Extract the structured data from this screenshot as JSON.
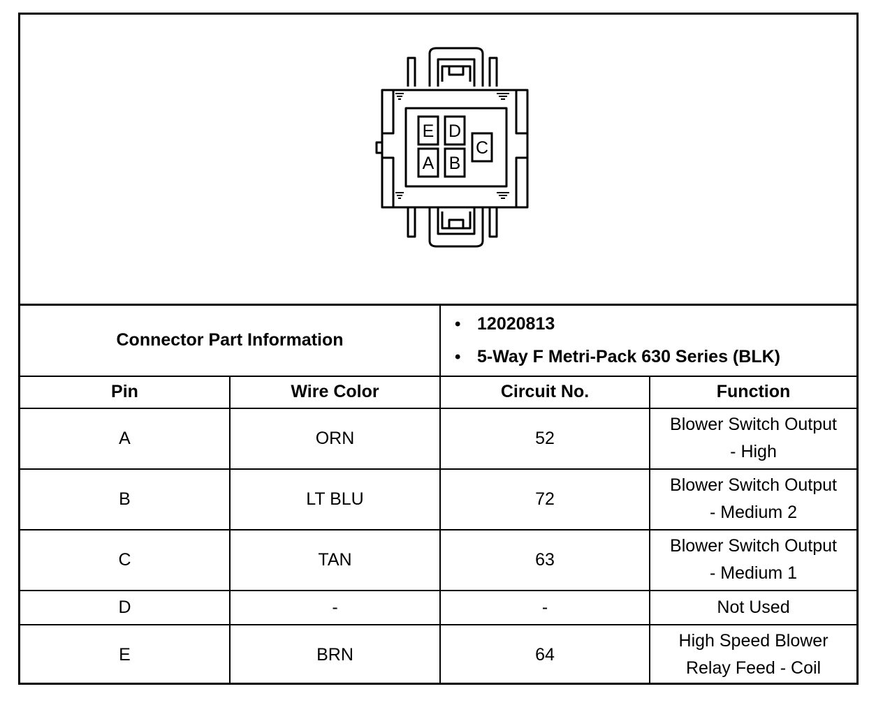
{
  "connector": {
    "pin_letters": [
      "E",
      "D",
      "C",
      "A",
      "B"
    ],
    "part_info_label": "Connector Part Information",
    "part_info": [
      "12020813",
      "5-Way F Metri-Pack 630 Series (BLK)"
    ]
  },
  "table": {
    "headers": [
      "Pin",
      "Wire Color",
      "Circuit No.",
      "Function"
    ],
    "rows": [
      {
        "pin": "A",
        "wire_color": "ORN",
        "circuit": "52",
        "function_1": "Blower Switch Output",
        "function_2": "- High"
      },
      {
        "pin": "B",
        "wire_color": "LT BLU",
        "circuit": "72",
        "function_1": "Blower Switch Output",
        "function_2": "- Medium 2"
      },
      {
        "pin": "C",
        "wire_color": "TAN",
        "circuit": "63",
        "function_1": "Blower Switch Output",
        "function_2": "- Medium 1"
      },
      {
        "pin": "D",
        "wire_color": "-",
        "circuit": "-",
        "function_1": "Not Used",
        "function_2": ""
      },
      {
        "pin": "E",
        "wire_color": "BRN",
        "circuit": "64",
        "function_1": "High Speed Blower",
        "function_2": "Relay Feed  - Coil"
      }
    ]
  }
}
